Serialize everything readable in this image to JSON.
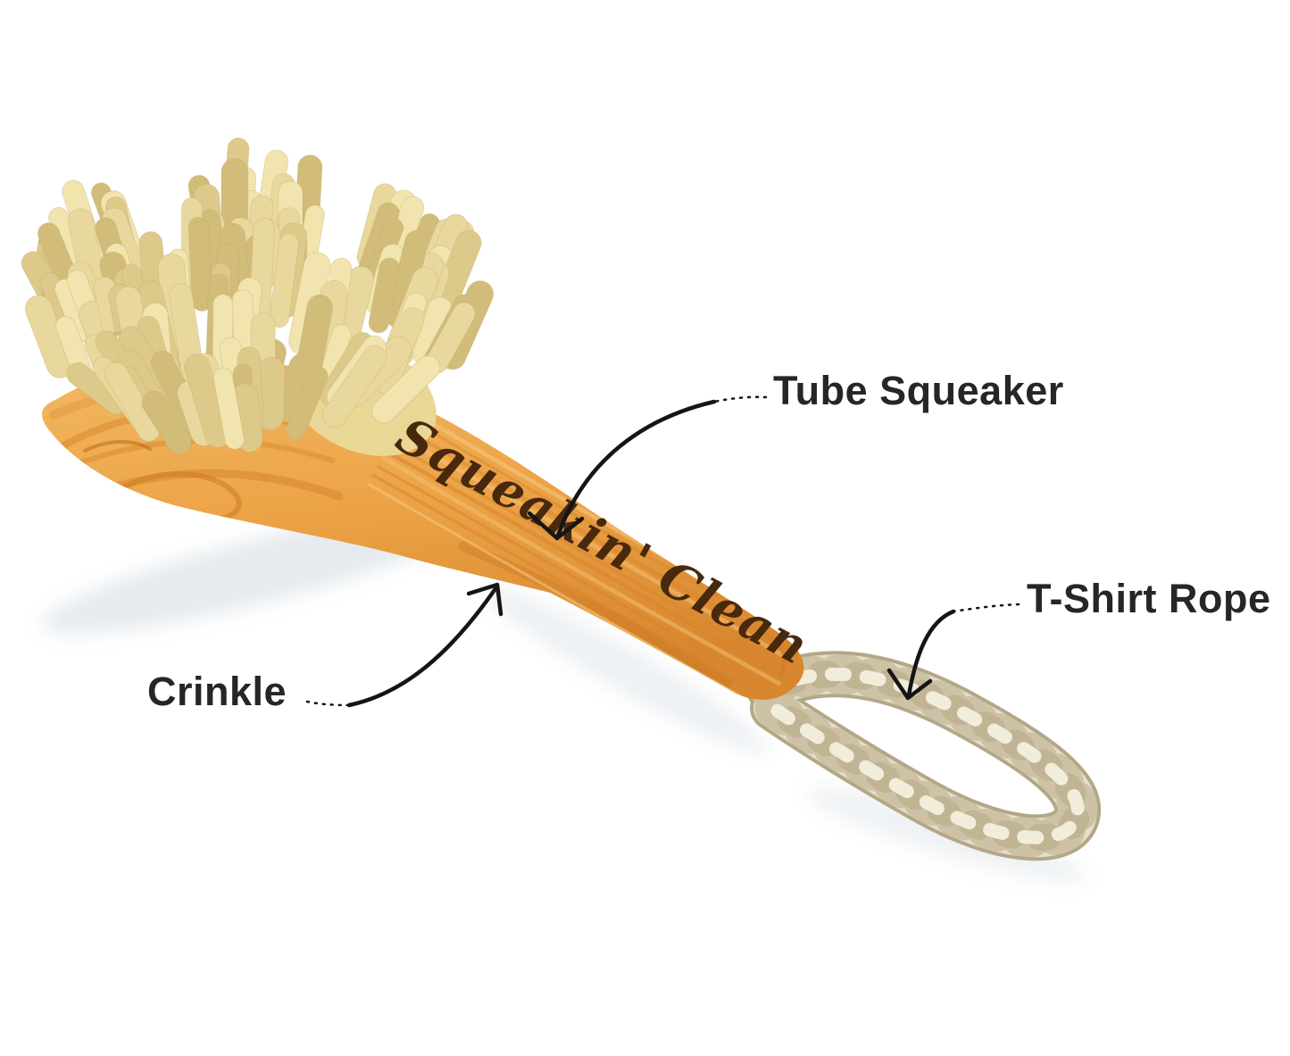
{
  "scene": {
    "background_color": "#ffffff"
  },
  "product": {
    "inscription": "Squeakin' Clean"
  },
  "annotations": {
    "tube_squeaker": {
      "label": "Tube Squeaker"
    },
    "t_shirt_rope": {
      "label": "T-Shirt Rope"
    },
    "crinkle": {
      "label": "Crinkle"
    }
  },
  "colors": {
    "label_text": "#262626",
    "arrow": "#151515",
    "wood_base": "#efa94f",
    "wood_grain": "#d8872e",
    "mop_fiber": "#e7d69a",
    "rope": "#e6dec8",
    "inscription": "#48290e"
  }
}
